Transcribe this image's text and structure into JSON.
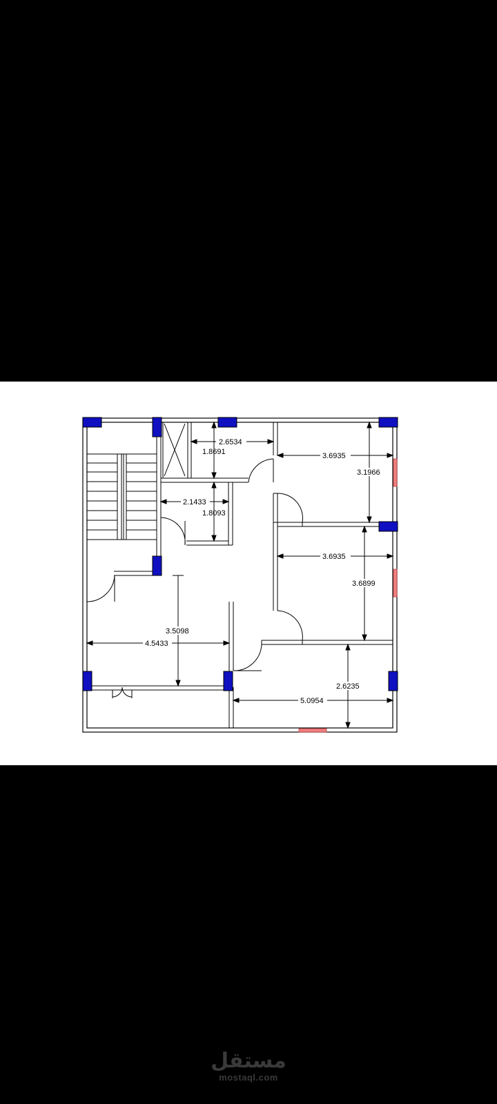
{
  "floor_plan": {
    "dimensions": {
      "top_corridor_width": "2.6534",
      "top_corridor_height": "1.8691",
      "bath_width": "2.1433",
      "bath_height": "1.8093",
      "room_ne_width": "3.6935",
      "room_ne_height": "3.1966",
      "room_e_width": "3.6935",
      "room_e_height": "3.6899",
      "hall_height": "3.5098",
      "hall_width": "4.5433",
      "room_se_height": "2.6235",
      "room_se_width": "5.0954"
    },
    "colors": {
      "column": "#1010c0",
      "window": "#f08080",
      "wall": "#000000"
    }
  },
  "watermark": {
    "logo": "مستقل",
    "url": "mostaql.com"
  }
}
